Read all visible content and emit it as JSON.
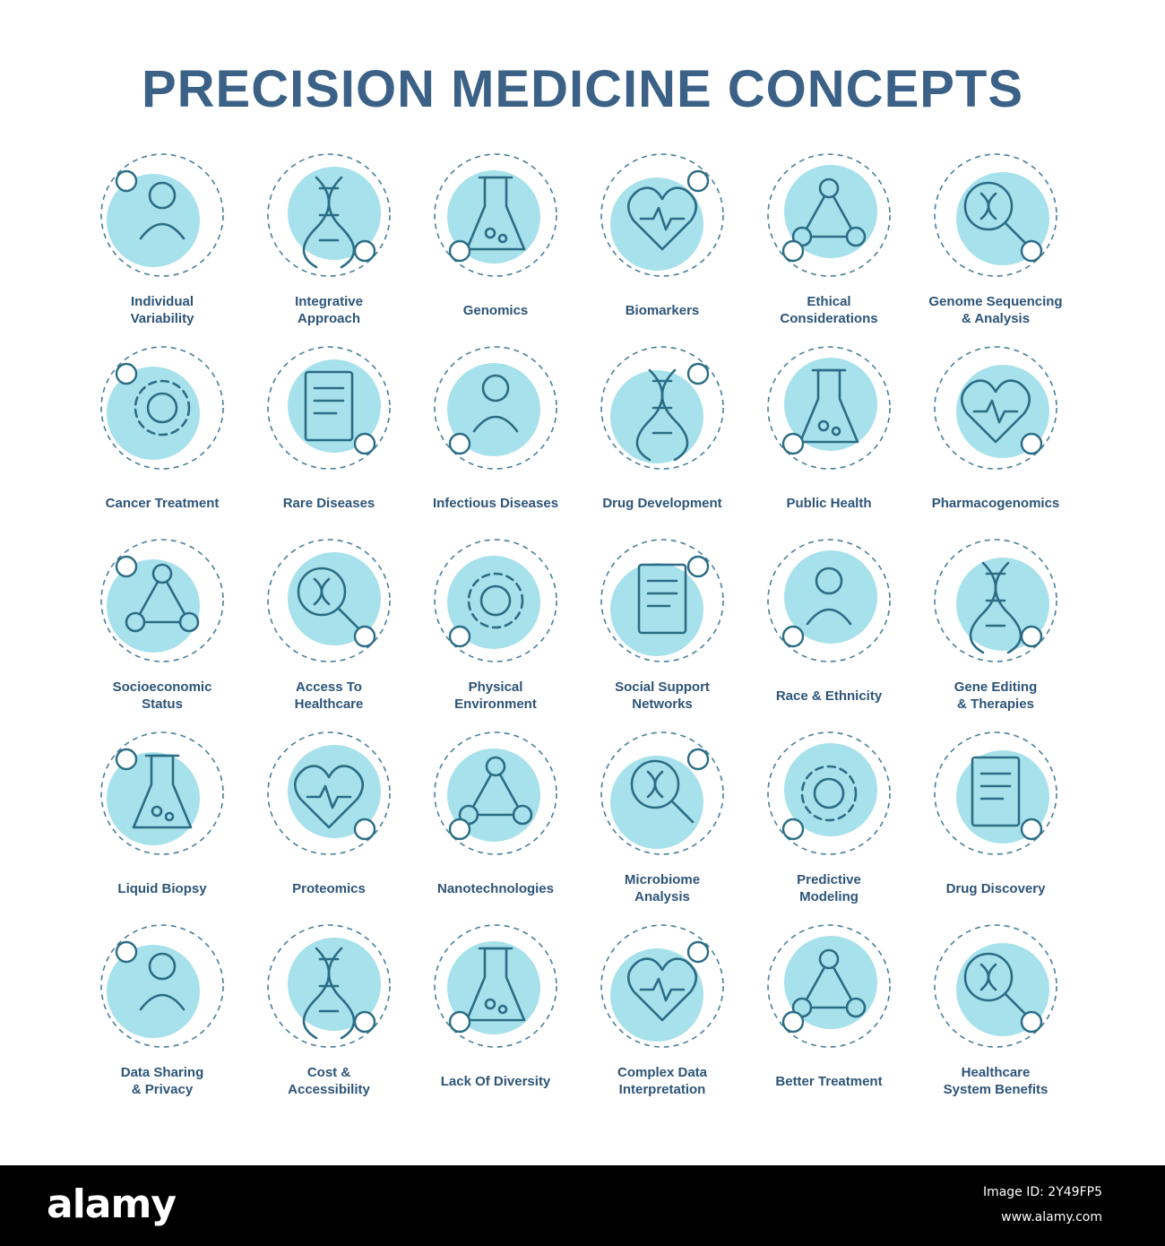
{
  "title": "PRECISION MEDICINE CONCEPTS",
  "colors": {
    "title": "#3b6186",
    "label": "#2d5478",
    "stroke": "#2b6d86",
    "fill": "#a7e1eb",
    "dash": "#4a7f99"
  },
  "icons": [
    {
      "label": "Individual\nVariability",
      "icon": "person-target-icon"
    },
    {
      "label": "Integrative\nApproach",
      "icon": "flowchart-icon"
    },
    {
      "label": "Genomics",
      "icon": "dna-icon"
    },
    {
      "label": "Biomarkers",
      "icon": "lab-sample-icon"
    },
    {
      "label": "Ethical\nConsiderations",
      "icon": "medical-document-icon"
    },
    {
      "label": "Genome Sequencing\n& Analysis",
      "icon": "dna-magnifier-icon"
    },
    {
      "label": "Cancer Treatment",
      "icon": "cell-dna-icon"
    },
    {
      "label": "Rare Diseases",
      "icon": "ribbon-dna-icon"
    },
    {
      "label": "Infectious Diseases",
      "icon": "virus-icon"
    },
    {
      "label": "Drug Development",
      "icon": "flask-target-icon"
    },
    {
      "label": "Public Health",
      "icon": "globe-people-icon"
    },
    {
      "label": "Pharmacogenomics",
      "icon": "target-dna-icon"
    },
    {
      "label": "Socioeconomic\nStatus",
      "icon": "people-heart-icon"
    },
    {
      "label": "Access To\nHealthcare",
      "icon": "hands-globe-icon"
    },
    {
      "label": "Physical\nEnvironment",
      "icon": "leaf-co2-icon"
    },
    {
      "label": "Social Support\nNetworks",
      "icon": "network-people-icon"
    },
    {
      "label": "Race & Ethnicity",
      "icon": "family-icon"
    },
    {
      "label": "Gene Editing\n& Therapies",
      "icon": "dna-wrench-icon"
    },
    {
      "label": "Liquid Biopsy",
      "icon": "microscope-icon"
    },
    {
      "label": "Proteomics",
      "icon": "test-tubes-icon"
    },
    {
      "label": "Nanotechnologies",
      "icon": "gear-molecule-icon"
    },
    {
      "label": "Microbiome\nAnalysis",
      "icon": "bacteria-icon"
    },
    {
      "label": "Predictive\nModeling",
      "icon": "robot-dna-icon"
    },
    {
      "label": "Drug Discovery",
      "icon": "eye-network-icon"
    },
    {
      "label": "Data Sharing\n& Privacy",
      "icon": "lock-globe-icon"
    },
    {
      "label": "Cost &\nAccessibility",
      "icon": "money-bag-icon"
    },
    {
      "label": "Lack Of Diversity",
      "icon": "faces-network-icon"
    },
    {
      "label": "Complex Data\nInterpretation",
      "icon": "database-warning-icon"
    },
    {
      "label": "Better Treatment",
      "icon": "stethoscope-pill-icon"
    },
    {
      "label": "Healthcare\nSystem Benefits",
      "icon": "shield-person-icon"
    }
  ],
  "watermark": {
    "logo": "alamy",
    "image_id": "Image ID: 2Y49FP5",
    "url": "www.alamy.com"
  }
}
